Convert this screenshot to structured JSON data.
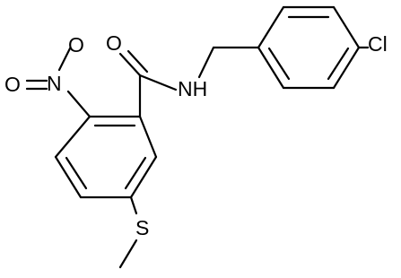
{
  "molecule": {
    "atoms": {
      "oxygen_carbonyl": "O",
      "nitrogen_amide": "NH",
      "chlorine": "Cl",
      "nitro_nitrogen": "N",
      "nitro_oxygen_top": "O",
      "nitro_oxygen_left": "O",
      "sulfur": "S"
    }
  }
}
